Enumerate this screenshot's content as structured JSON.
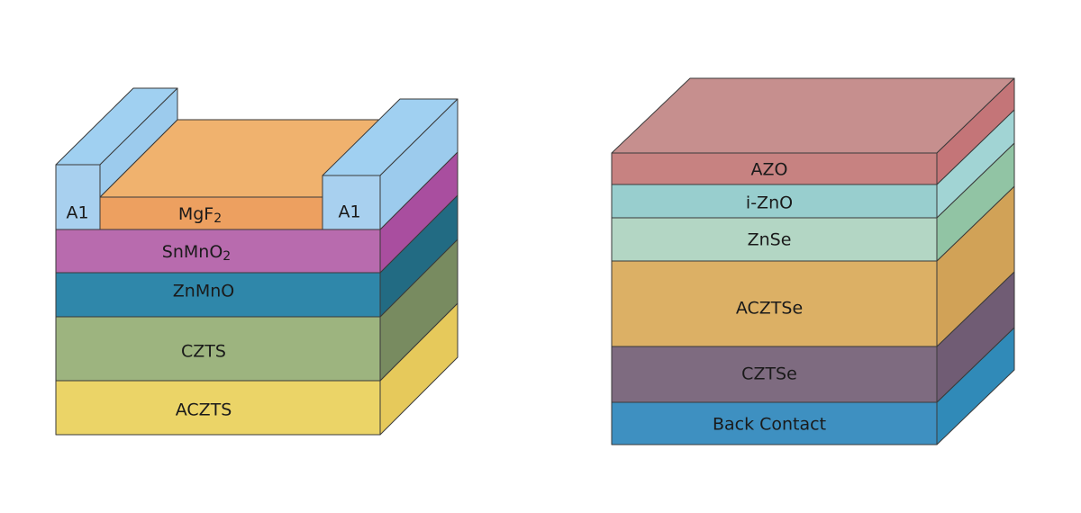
{
  "diagrams": [
    {
      "name": "left-device-stack",
      "layers": [
        {
          "id": "al-left",
          "label": "A1",
          "color": "#a8d0ef"
        },
        {
          "id": "mgf2",
          "label": "MgF",
          "sub": "2",
          "color": "#eea062"
        },
        {
          "id": "al-right",
          "label": "A1",
          "color": "#a8d0ef"
        },
        {
          "id": "snmno2",
          "label": "SnMnO",
          "sub": "2",
          "color": "#b86bae"
        },
        {
          "id": "znmno",
          "label": "ZnMnO",
          "color": "#2f87aa"
        },
        {
          "id": "czts",
          "label": "CZTS",
          "color": "#9db47f"
        },
        {
          "id": "aczts",
          "label": "ACZTS",
          "color": "#ebd467"
        }
      ]
    },
    {
      "name": "right-device-stack",
      "layers": [
        {
          "id": "azo",
          "label": "AZO",
          "color": "#c78281"
        },
        {
          "id": "izno",
          "label": "i-ZnO",
          "color": "#98cece"
        },
        {
          "id": "znse",
          "label": "ZnSe",
          "color": "#b3d6c4"
        },
        {
          "id": "acztse",
          "label": "ACZTSe",
          "color": "#dcb065"
        },
        {
          "id": "cztse",
          "label": "CZTSe",
          "color": "#7e6b80"
        },
        {
          "id": "back-contact",
          "label": "Back Contact",
          "color": "#3e90c1"
        }
      ]
    }
  ]
}
